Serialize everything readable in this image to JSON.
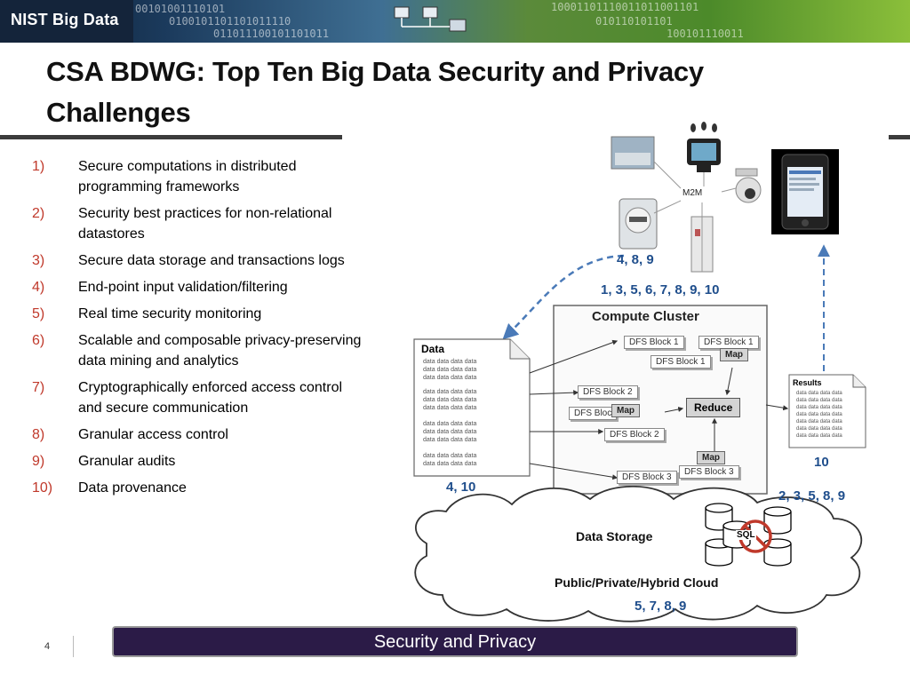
{
  "header": {
    "logo_text": "NIST Big Data",
    "bits": [
      "00101001110101",
      "0100101101101011110",
      "011011100101101011",
      "10001101110011011001101",
      "010110101101",
      "100101110011"
    ]
  },
  "title": "CSA BDWG: Top Ten Big Data Security and Privacy Challenges",
  "challenges": [
    {
      "num": "1)",
      "text": "Secure computations in distributed programming frameworks"
    },
    {
      "num": "2)",
      "text": "Security best practices for non-relational datastores"
    },
    {
      "num": "3)",
      "text": "Secure data storage and transactions logs"
    },
    {
      "num": "4)",
      "text": "End-point input validation/filtering"
    },
    {
      "num": "5)",
      "text": "Real time security monitoring"
    },
    {
      "num": "6)",
      "text": "Scalable and composable privacy-preserving data mining and analytics"
    },
    {
      "num": "7)",
      "text": "Cryptographically enforced access control and secure communication"
    },
    {
      "num": "8)",
      "text": "Granular access control"
    },
    {
      "num": "9)",
      "text": "Granular audits"
    },
    {
      "num": "10)",
      "text": "Data provenance"
    }
  ],
  "diagram": {
    "m2m_label": "M2M",
    "compute_cluster_title": "Compute Cluster",
    "data_doc_title": "Data",
    "data_doc_line": "data data data data",
    "results_title": "Results",
    "results_line": "data data data data",
    "dfs_block_1": "DFS Block 1",
    "dfs_block_2": "DFS Block 2",
    "dfs_block_3": "DFS Block 3",
    "dfs_bloc": "DFS Bloc",
    "map_label": "Map",
    "reduce_label": "Reduce",
    "sql_label": "SQL",
    "data_storage_label": "Data Storage",
    "cloud_label": "Public/Private/Hybrid Cloud",
    "labels": {
      "m2m_challenges": "4, 8, 9",
      "cluster_challenges": "1, 3, 5, 6, 7, 8, 9, 10",
      "data_challenges": "4, 10",
      "results_challenges": "10",
      "storage_challenges": "2, 3, 5, 8, 9",
      "cloud_challenges": "5, 7, 8, 9"
    }
  },
  "footer": {
    "page_number": "4",
    "section_title": "Security and Privacy"
  }
}
